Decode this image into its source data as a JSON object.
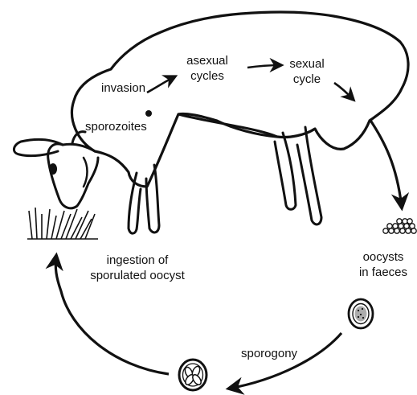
{
  "colors": {
    "ink": "#111111",
    "background": "#ffffff"
  },
  "labels": {
    "invasion": "invasion",
    "asexual_cycles_1": "asexual",
    "asexual_cycles_2": "cycles",
    "sexual_cycle_1": "sexual",
    "sexual_cycle_2": "cycle",
    "sporozoites": "sporozoites",
    "oocysts_in_faeces_1": "oocysts",
    "oocysts_in_faeces_2": "in faeces",
    "ingestion_1": "ingestion of",
    "ingestion_2": "sporulated oocyst",
    "sporogony": "sporogony"
  },
  "icons": {
    "sheep": "sheep-illustration-icon",
    "grass": "grass-tuft-icon",
    "unsporulated_oocyst": "unsporulated-oocyst-icon",
    "sporulated_oocyst": "sporulated-oocyst-icon",
    "faeces_pellets": "faeces-pellets-icon"
  }
}
